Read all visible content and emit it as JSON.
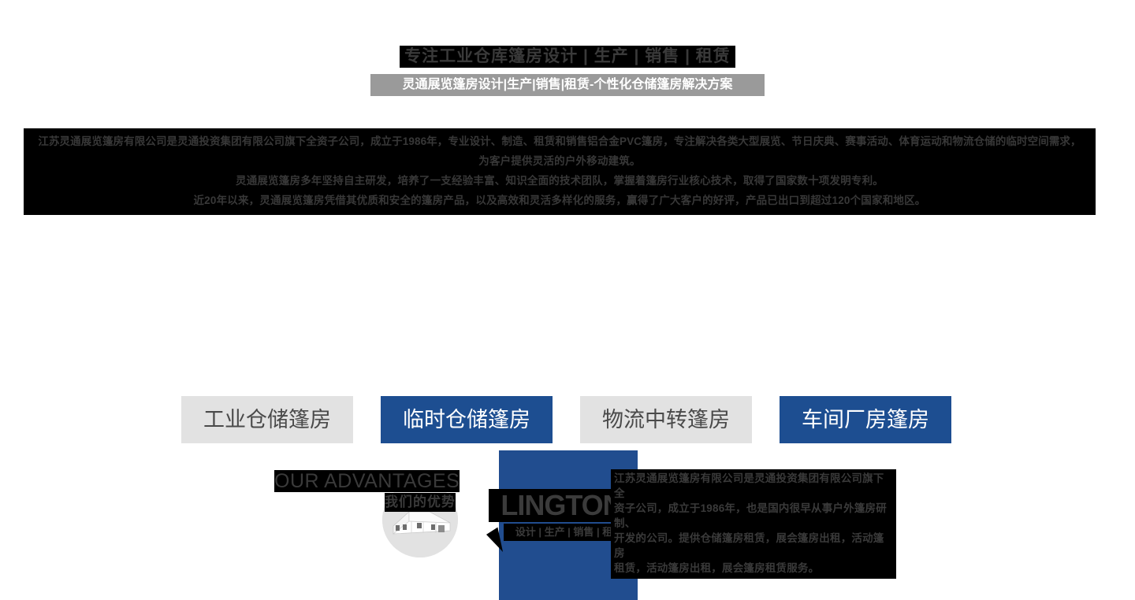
{
  "header": {
    "page_title": "专注工业仓库篷房设计 | 生产 | 销售 | 租赁",
    "sub_title": "灵通展览篷房设计|生产|销售|租赁-个性化仓储篷房解决方案"
  },
  "intro": {
    "lines": [
      "江苏灵通展览篷房有限公司是灵通投资集团有限公司旗下全资子公司，成立于1986年，专业设计、制造、租赁和销售铝合金PVC篷房，专注解决各类大型展览、节日庆典、赛事活动、体育运动和物流仓储的临时空间需求，",
      "为客户提供灵活的户外移动建筑。",
      "灵通展览篷房多年坚持自主研发，培养了一支经验丰富、知识全面的技术团队，掌握着篷房行业核心技术，取得了国家数十项发明专利。",
      "近20年以来，灵通展览篷房凭借其优质和安全的篷房产品，以及高效和灵活多样化的服务，赢得了广大客户的好评，产品已出口到超过120个国家和地区。"
    ]
  },
  "logo": {
    "wordmark": "LINGTONG",
    "tagline": "设计 | 生产 | 销售 | 租赁",
    "brand_blue": "#214d8f",
    "left_image_alt": "warehouse-tent-photo",
    "right_image_alt": "storage-tent-photo"
  },
  "categories": [
    {
      "label": "工业仓储篷房",
      "style": "grey"
    },
    {
      "label": "临时仓储篷房",
      "style": "blue"
    },
    {
      "label": "物流中转篷房",
      "style": "grey"
    },
    {
      "label": "车间厂房篷房",
      "style": "blue"
    }
  ],
  "advantages": {
    "heading_en": "OUR ADVANTAGES",
    "heading_cn": "我们的优势",
    "body_lines": [
      "江苏灵通展览篷房有限公司是灵通投资集团有限公司旗下全",
      "资子公司，成立于1986年，也是国内很早从事户外篷房研制、",
      "开发的公司。提供仓储篷房租赁，展会篷房出租，活动篷房",
      "租赁，活动篷房出租，展会篷房租赁服务。"
    ]
  },
  "colors": {
    "accent_blue": "#1d4e91",
    "logo_blue": "#214d8f",
    "chip_grey": "#e2e2e2",
    "bar_grey": "#9a9a9a",
    "block_black": "#000000",
    "muted_text": "#3a3a3a"
  }
}
